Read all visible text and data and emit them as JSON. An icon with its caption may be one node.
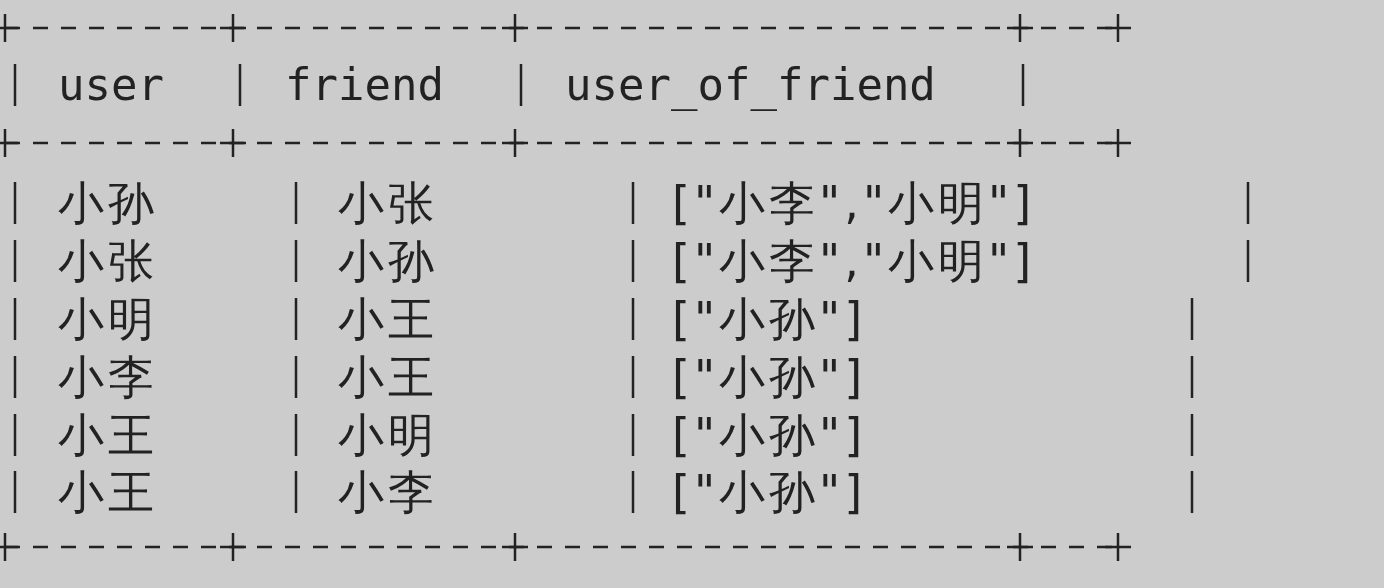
{
  "diagram": {
    "labels": [
      "user",
      "friend",
      "user_of_friend",
      "小孙",
      "小张",
      "[\"小李\",\"小明\"]",
      "小张",
      "小孙",
      "[\"小李\",\"小明\"]",
      "小明",
      "小王",
      "[\"小孙\"]",
      "小李",
      "小王",
      "[\"小孙\"]",
      "小王",
      "小明",
      "[\"小孙\"]",
      "小王",
      "小李",
      "[\"小孙\"]"
    ]
  }
}
